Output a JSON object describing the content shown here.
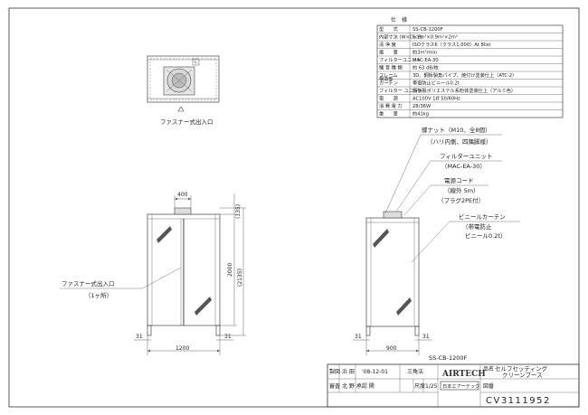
{
  "spec": {
    "title": "仕　様",
    "rows": [
      {
        "label": "型　　式",
        "value": "SS-CB-1200F"
      },
      {
        "label": "内部寸法\n(W×D×H)",
        "value": "1.2m³×0.9m²×2m³"
      },
      {
        "label": "清 浄 度",
        "value": "ISOクラス6（クラス1,000）At 8list"
      },
      {
        "label": "風　　量",
        "value": "約3m³/min"
      },
      {
        "label": "フィルターユニット",
        "value": "MAC-EA-30"
      },
      {
        "label": "騒 音 種 類",
        "value": "約 63 dB/枚"
      },
      {
        "label": "フレーム",
        "value": "3D、鋼板製角パイプ、焼付け塗装仕上（ATC-2）"
      },
      {
        "label": "カーテン",
        "value": "帯電防止ビニール0.2t"
      },
      {
        "label": "フィルター\nユニット",
        "value": "鋼板製ポリエステル系粉体塗装仕上（アルミ色）"
      },
      {
        "label": "電　　源",
        "value": "AC100V 1Ø 50/60Hz"
      },
      {
        "label": "消 費 電 力",
        "value": "28/36W"
      },
      {
        "label": "重　　量",
        "value": "約41kg"
      }
    ],
    "group_label": "構造部"
  },
  "plan": {
    "caption": "ファスナー式出入口"
  },
  "front": {
    "width_top": "400",
    "width_bottom": "1200",
    "dim_31_left": "31",
    "dim_31_right": "31",
    "h_135": "(135)",
    "h_2000": "2000",
    "h_2135": "(2135)",
    "callout_1": "ファスナー式出入口",
    "callout_1b": "（1ヶ所）"
  },
  "side": {
    "width_bottom": "900",
    "dim_31_left": "31",
    "dim_31_right": "31",
    "c1a": "蝶ナット（M10、全8個）",
    "c1b": "（ハリ内側、四隅脚様）",
    "c2a": "フィルターユニット",
    "c2b": "（MAC-EA-30）",
    "c3a": "電源コード",
    "c3b": "（線外 5m）",
    "c3c": "（プラグ2PE付）",
    "c4a": "ビニールカーテン",
    "c4b": "（帯電防止",
    "c4c": "ビニール0.2t）"
  },
  "title_block": {
    "model": "SS-CB-1200F",
    "draw_label": "製図",
    "drawer": "浜 田",
    "date": "'08-12-01",
    "proj": "三角法",
    "check_label": "審査",
    "checker": "北 野 承認 関",
    "scale_label": "尺度",
    "scale": "1/25",
    "name_label": "品名",
    "name1": "セルフセッティング",
    "name2": "クリーンブース",
    "dwg_label": "図番",
    "dwg": "CV3111952",
    "logo": "AIRTECH",
    "logo_sub": "日本エアーテック"
  }
}
